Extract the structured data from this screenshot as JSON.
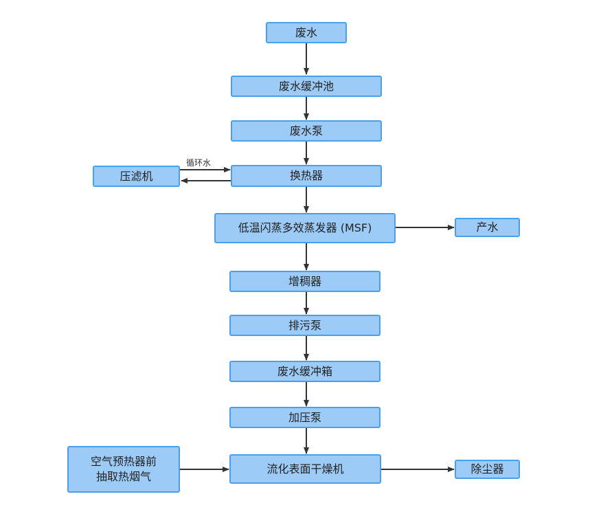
{
  "nodes": {
    "wastewater": "废水",
    "buffer_pool": "废水缓冲池",
    "wastewater_pump": "废水泵",
    "heat_exchanger": "换热器",
    "filter_press": "压滤机",
    "msf": "低温闪蒸多效蒸发器 (MSF)",
    "product_water": "产水",
    "thickener": "增稠器",
    "sewage_pump": "排污泵",
    "buffer_tank": "废水缓冲箱",
    "booster_pump": "加压泵",
    "dryer": "流化表面干燥机",
    "flue_gas_line1": "空气预热器前",
    "flue_gas_line2": "抽取热烟气",
    "dust_collector": "除尘器"
  },
  "edge_labels": {
    "circulating_water": "循环水"
  },
  "colors": {
    "box_fill": "#9dcbf7",
    "box_border": "#4a9fe8",
    "arrow": "#333333"
  }
}
